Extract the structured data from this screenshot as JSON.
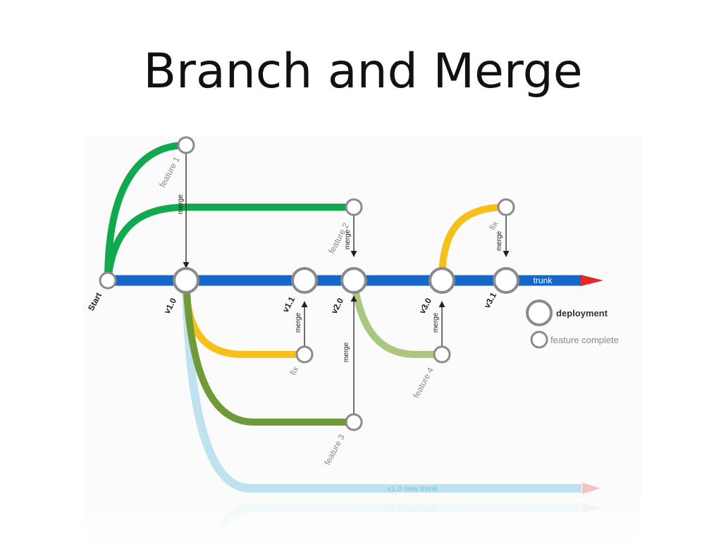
{
  "title": "Branch and Merge",
  "colors": {
    "trunk": "#1467c8",
    "arrow": "#e8262a",
    "feature": "#12a84e",
    "fix": "#f6bf1a",
    "feature3": "#6f9a38",
    "feature4": "#a9c77e",
    "new_trunk": "#bfe3ee",
    "node_stroke": "#8a8a8a"
  },
  "labels": {
    "start": "Start",
    "v1_0": "v1.0",
    "v1_1": "v1.1",
    "v2_0": "v2.0",
    "v3_0": "v3.0",
    "v3_1": "v3.1",
    "trunk": "trunk",
    "feature1": "feature 1",
    "feature2": "feature 2",
    "feature3": "feature 3",
    "feature4": "feature 4",
    "fix_top": "fix",
    "fix_bottom": "fix",
    "merge": "merge",
    "new_trunk": "v1.0 new trunk"
  },
  "legend": {
    "deployment": "deployment",
    "feature_complete": "feature complete"
  }
}
